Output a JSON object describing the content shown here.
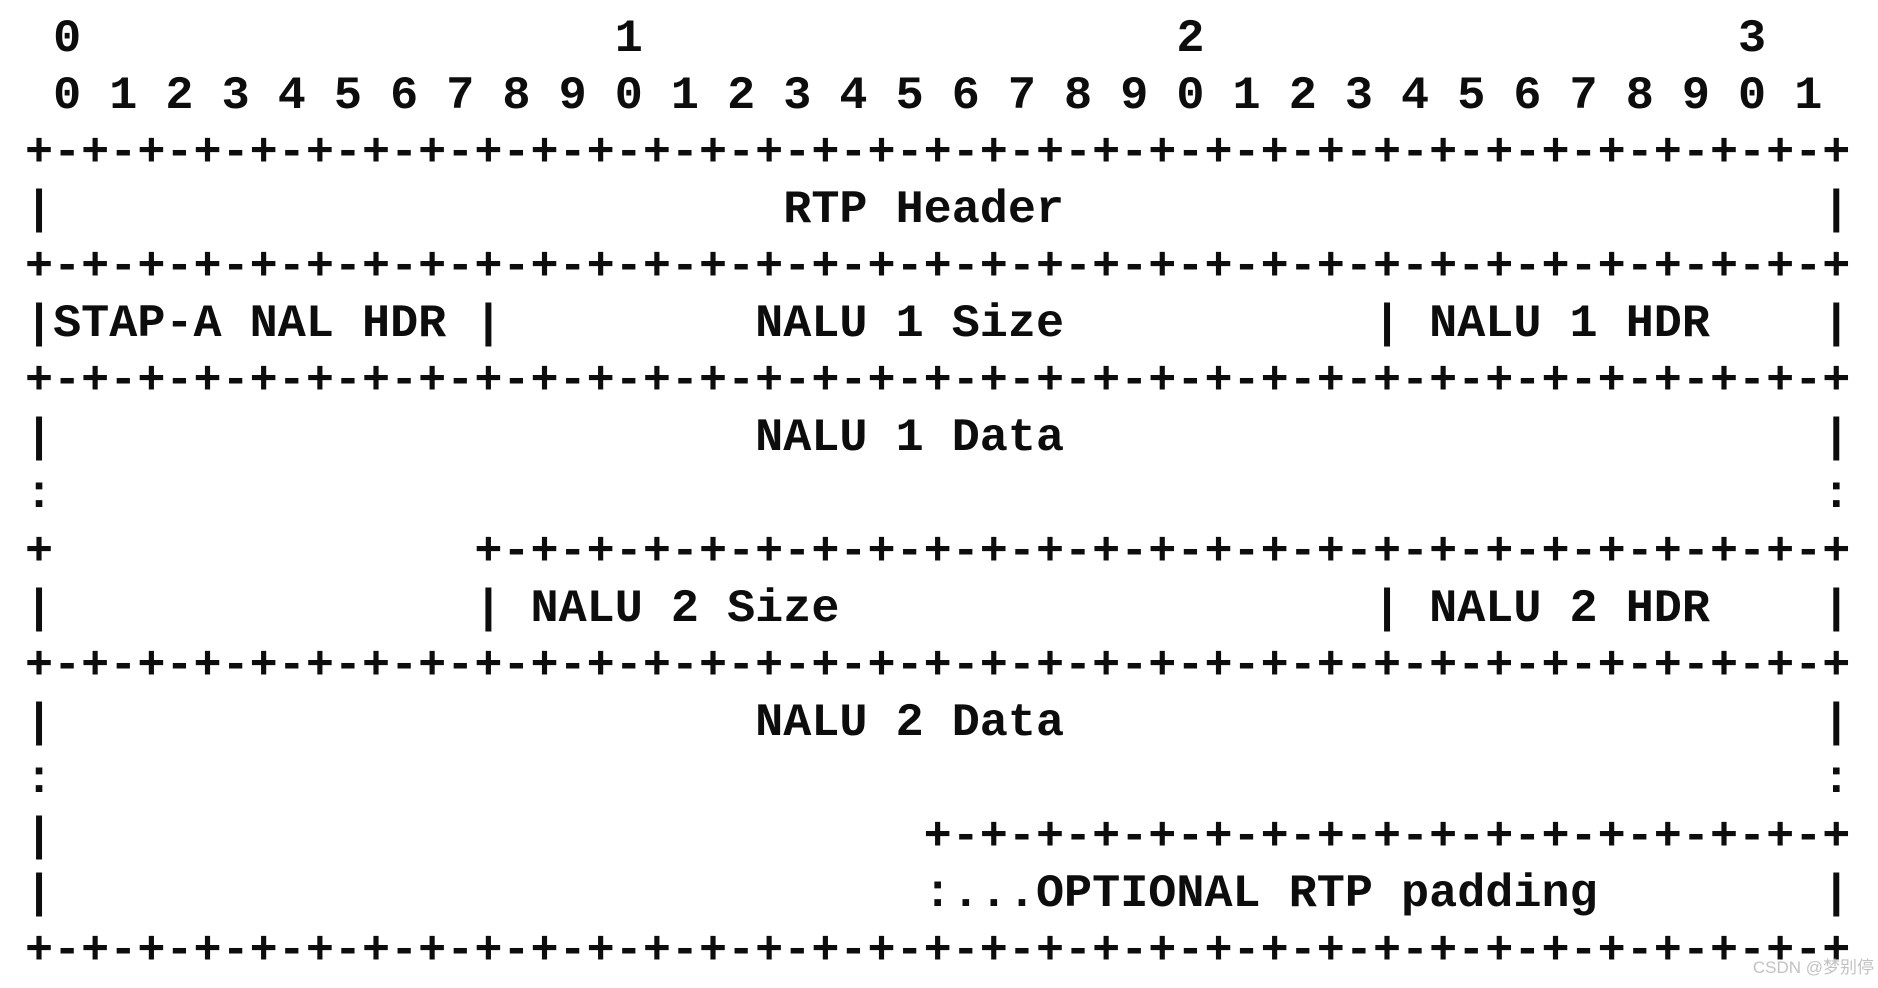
{
  "diagram": {
    "kind": "ascii-packet-format",
    "lines": [
      " 0                   1                   2                   3",
      " 0 1 2 3 4 5 6 7 8 9 0 1 2 3 4 5 6 7 8 9 0 1 2 3 4 5 6 7 8 9 0 1",
      "+-+-+-+-+-+-+-+-+-+-+-+-+-+-+-+-+-+-+-+-+-+-+-+-+-+-+-+-+-+-+-+-+",
      "|                          RTP Header                           |",
      "+-+-+-+-+-+-+-+-+-+-+-+-+-+-+-+-+-+-+-+-+-+-+-+-+-+-+-+-+-+-+-+-+",
      "|STAP-A NAL HDR |         NALU 1 Size           | NALU 1 HDR    |",
      "+-+-+-+-+-+-+-+-+-+-+-+-+-+-+-+-+-+-+-+-+-+-+-+-+-+-+-+-+-+-+-+-+",
      "|                         NALU 1 Data                           |",
      ":                                                               :",
      "+               +-+-+-+-+-+-+-+-+-+-+-+-+-+-+-+-+-+-+-+-+-+-+-+-+",
      "|               | NALU 2 Size                   | NALU 2 HDR    |",
      "+-+-+-+-+-+-+-+-+-+-+-+-+-+-+-+-+-+-+-+-+-+-+-+-+-+-+-+-+-+-+-+-+",
      "|                         NALU 2 Data                           |",
      ":                                                               :",
      "|                               +-+-+-+-+-+-+-+-+-+-+-+-+-+-+-+-+",
      "|                               :...OPTIONAL RTP padding        |",
      "+-+-+-+-+-+-+-+-+-+-+-+-+-+-+-+-+-+-+-+-+-+-+-+-+-+-+-+-+-+-+-+-+"
    ],
    "bit_ruler": {
      "tens": [
        "0",
        "1",
        "2",
        "3"
      ],
      "units": [
        "0",
        "1",
        "2",
        "3",
        "4",
        "5",
        "6",
        "7",
        "8",
        "9",
        "0",
        "1",
        "2",
        "3",
        "4",
        "5",
        "6",
        "7",
        "8",
        "9",
        "0",
        "1",
        "2",
        "3",
        "4",
        "5",
        "6",
        "7",
        "8",
        "9",
        "0",
        "1"
      ]
    },
    "fields": [
      "RTP Header",
      "STAP-A NAL HDR",
      "NALU 1 Size",
      "NALU 1 HDR",
      "NALU 1 Data",
      "NALU 2 Size",
      "NALU 2 HDR",
      "NALU 2 Data",
      "OPTIONAL RTP padding"
    ]
  },
  "watermark": {
    "text": "CSDN @梦别停",
    "color": "#c2c2c2"
  },
  "colors": {
    "background": "#ffffff",
    "text": "#0d0d0d"
  }
}
